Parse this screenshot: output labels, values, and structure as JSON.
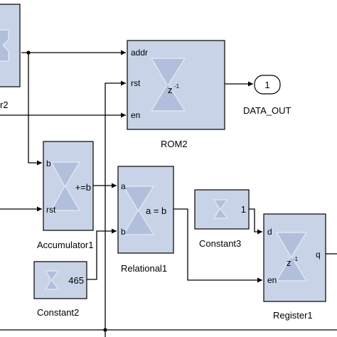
{
  "diagram": {
    "blocks": {
      "left_block_partial": {
        "label": "r2"
      },
      "rom": {
        "label": "ROM2",
        "ports_in": [
          "addr",
          "rst",
          "en"
        ],
        "function": "z",
        "exponent": "-1"
      },
      "accumulator": {
        "label": "Accumulator1",
        "ports_in": [
          "b",
          "rst"
        ],
        "function": "+=b"
      },
      "relational": {
        "label": "Relational1",
        "ports_in": [
          "a",
          "b"
        ],
        "function": "a = b"
      },
      "constant2": {
        "label": "Constant2",
        "value": "465"
      },
      "constant3": {
        "label": "Constant3",
        "value": "1"
      },
      "register": {
        "label": "Register1",
        "ports_in": [
          "d",
          "en"
        ],
        "port_out": "q",
        "function": "z",
        "exponent": "-1"
      }
    },
    "output_port": {
      "number": "1",
      "label": "DATA_OUT"
    }
  }
}
